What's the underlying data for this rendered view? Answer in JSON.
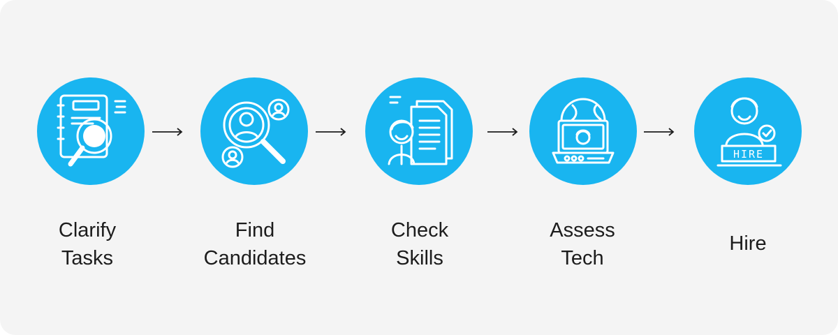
{
  "diagram": {
    "steps": [
      {
        "line1": "Clarify",
        "line2": "Tasks",
        "icon": "notebook-search-icon"
      },
      {
        "line1": "Find",
        "line2": "Candidates",
        "icon": "candidate-search-icon"
      },
      {
        "line1": "Check",
        "line2": "Skills",
        "icon": "resume-documents-icon"
      },
      {
        "line1": "Assess",
        "line2": "Tech",
        "icon": "laptop-globe-icon"
      },
      {
        "line1": "Hire",
        "line2": "",
        "icon": "hire-desk-icon",
        "desk_sign": "HIRE"
      }
    ],
    "colors": {
      "accent": "#19b5f0",
      "background": "#f4f4f4",
      "text": "#1c1c1c",
      "arrow": "#1c1c1c"
    }
  }
}
